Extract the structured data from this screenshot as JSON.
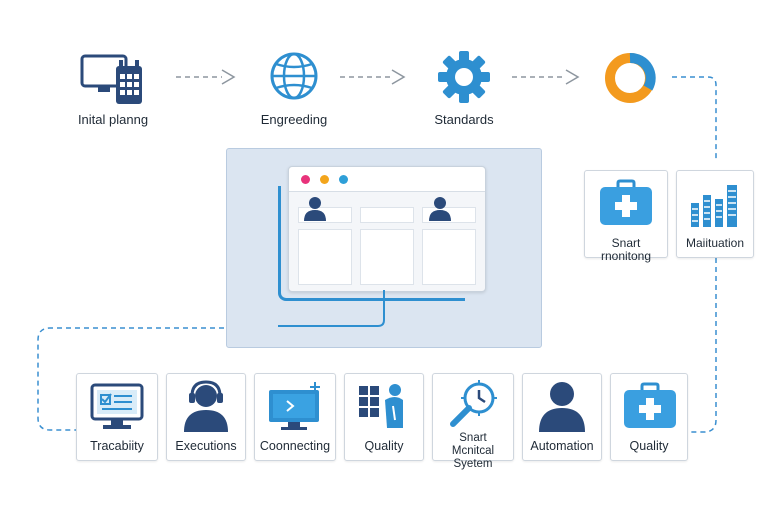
{
  "top_flow": {
    "steps": [
      {
        "label": "Inital planng",
        "icon": "monitor-calendar-icon"
      },
      {
        "label": "Engreeding",
        "icon": "globe-icon"
      },
      {
        "label": "Standards",
        "icon": "gear-icon"
      },
      {
        "label": "",
        "icon": "donut-chart-icon"
      }
    ]
  },
  "side_cards": [
    {
      "label": "Snart rnonitong",
      "icon": "medical-briefcase-icon"
    },
    {
      "label": "Maiituation",
      "icon": "bar-chart-icon"
    }
  ],
  "bottom_cards": [
    {
      "label": "Tracabiity",
      "icon": "monitor-checklist-icon"
    },
    {
      "label": "Executions",
      "icon": "user-headset-icon"
    },
    {
      "label": "Coonnecting",
      "icon": "monitor-terminal-icon"
    },
    {
      "label": "Quality",
      "icon": "grid-person-icon"
    },
    {
      "label": "Snart Mcnitcal Syetem",
      "icon": "magnifier-clock-icon"
    },
    {
      "label": "Automation",
      "icon": "user-icon"
    },
    {
      "label": "Quality",
      "icon": "medical-briefcase-icon"
    }
  ],
  "colors": {
    "navy": "#2b4a7a",
    "blue": "#2e8fd0",
    "light_blue": "#5ab0e0",
    "orange": "#f39a1e",
    "panel_bg": "#dbe5f1",
    "arrow_gray": "#8d969f",
    "dot_pink": "#e8337b",
    "dot_yellow": "#f3a51c",
    "dot_blue": "#2e9fd8"
  }
}
